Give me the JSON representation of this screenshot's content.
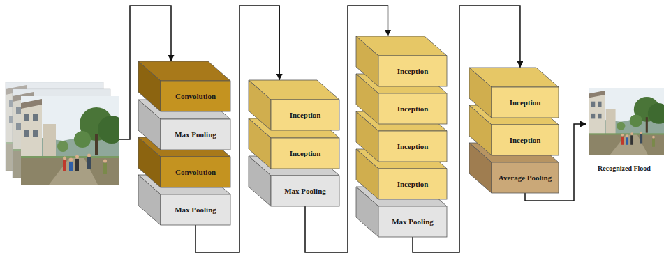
{
  "diagram": {
    "nodes": [
      {
        "text": [
          "Convolution"
        ]
      },
      {
        "text": [
          "Max Pooling"
        ]
      },
      {
        "text": [
          "Convolution"
        ]
      },
      {
        "text": [
          "Max Pooling"
        ]
      },
      {
        "text": [
          "Inception"
        ]
      },
      {
        "text": [
          "Inception"
        ]
      },
      {
        "text": [
          "Max Pooling"
        ]
      },
      {
        "text": [
          "Inception"
        ]
      },
      {
        "text": [
          "Inception"
        ]
      },
      {
        "text": [
          "Inception"
        ]
      },
      {
        "text": [
          "Inception"
        ]
      },
      {
        "text": [
          "Max Pooling"
        ]
      },
      {
        "text": [
          "Inception"
        ]
      },
      {
        "text": [
          "Inception"
        ]
      },
      {
        "text": [
          "Average Pooling"
        ]
      },
      {
        "text": [
          "Recognized Flood"
        ]
      }
    ],
    "edges": [
      {
        "from": 3,
        "to": 4,
        "arrow": "to"
      },
      {
        "from": 6,
        "to": 7,
        "arrow": "to"
      },
      {
        "from": 11,
        "to": 12,
        "arrow": "to"
      },
      {
        "from": 14,
        "to": 15,
        "arrow": "to"
      }
    ]
  }
}
